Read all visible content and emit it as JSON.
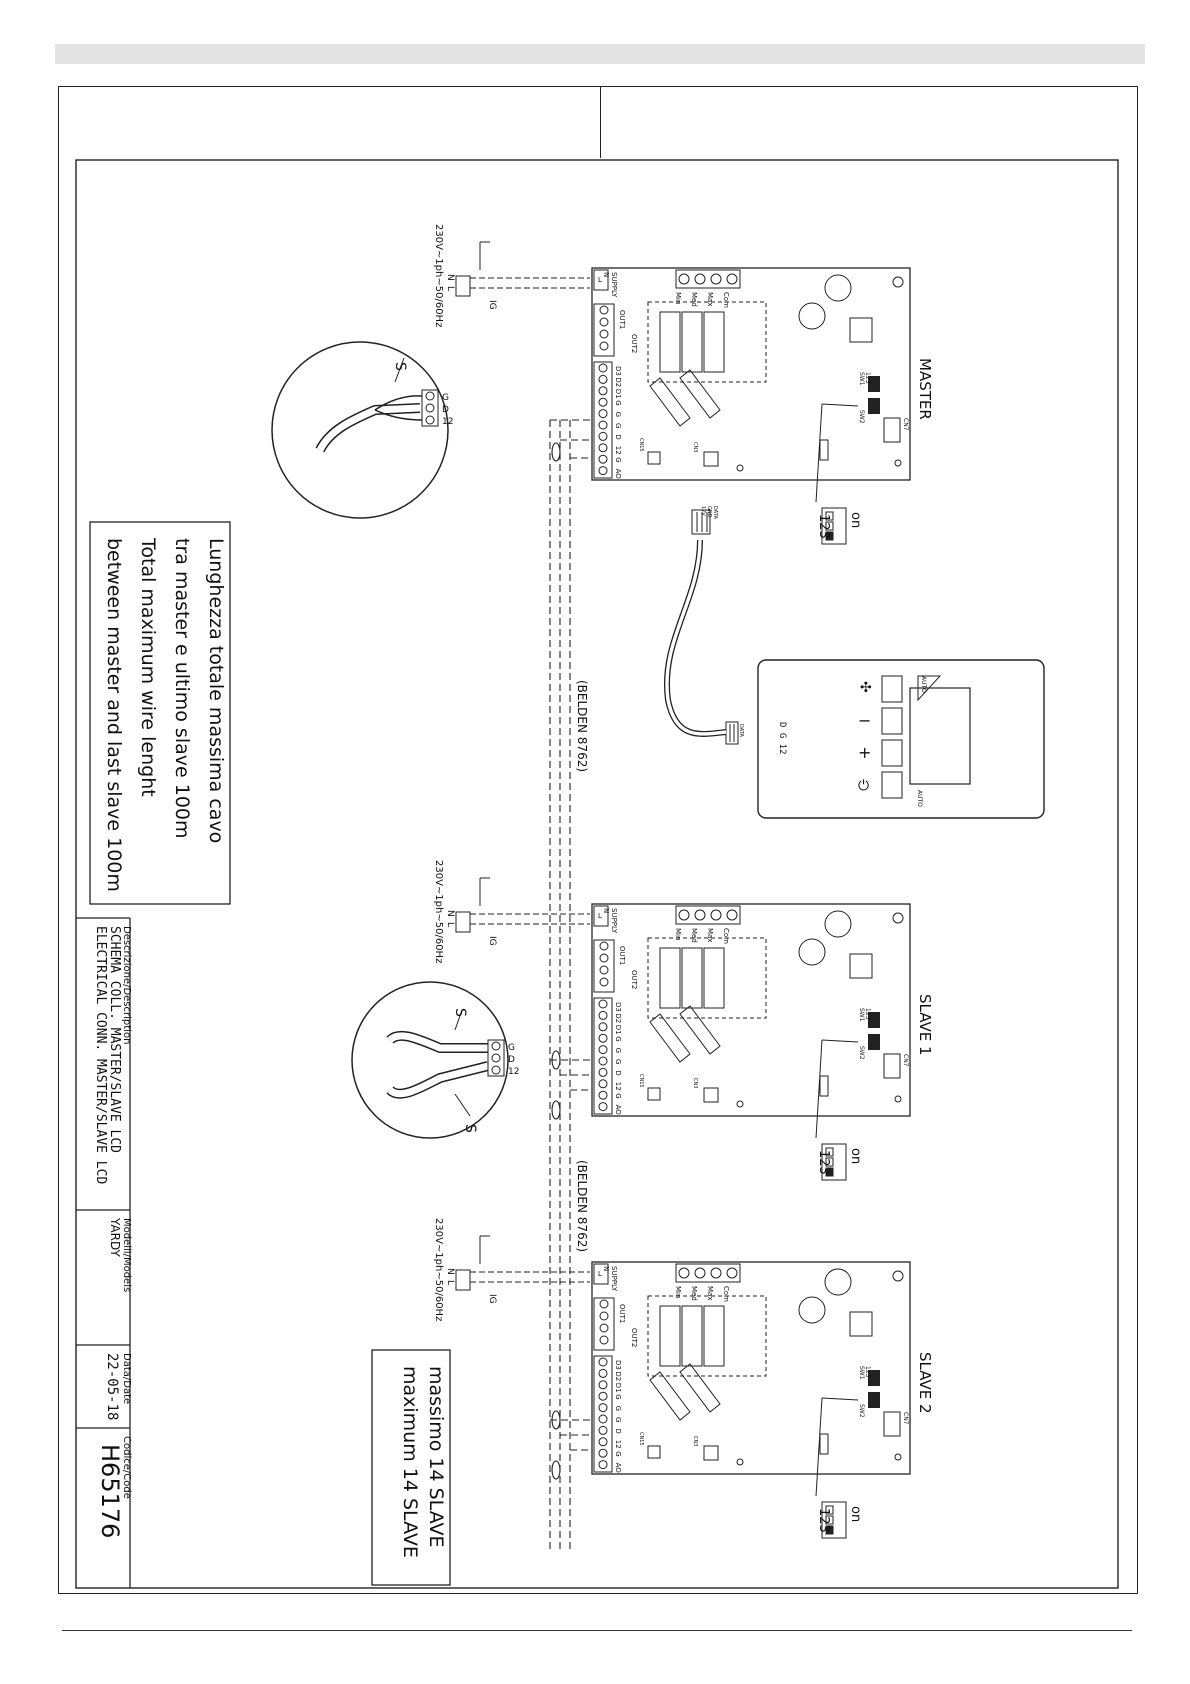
{
  "boards": {
    "master": {
      "title": "MASTER"
    },
    "slave1": {
      "title": "SLAVE 1"
    },
    "slave2": {
      "title": "SLAVE 2"
    }
  },
  "terminals": {
    "supply": "SUPPLY",
    "out1": "OUT1",
    "out2": "OUT2",
    "fan": [
      "Min",
      "Med",
      "Max",
      "Com"
    ],
    "bus": [
      "D3",
      "D2",
      "D1",
      "G",
      "G",
      "G",
      "D",
      "12",
      "G",
      "AO"
    ],
    "nl": [
      "N",
      "L"
    ],
    "sw1": "SW1",
    "sw2": "SW2",
    "sw_digits": "123",
    "cn": [
      "CN15",
      "CN13",
      "CN3",
      "CN7"
    ]
  },
  "power": {
    "label": "230V~1ph~50/60Hz",
    "ground": "⏚",
    "n": "N",
    "l": "L",
    "breaker": "IG"
  },
  "dip": {
    "on": "on",
    "digits": "123"
  },
  "cable": {
    "belden": "(BELDEN 8762)"
  },
  "detail": {
    "shield": "S",
    "pins": [
      "G",
      "D",
      "12"
    ]
  },
  "panel": {
    "auto_top": "AUTO",
    "auto_side": "AUTO",
    "minus": "−",
    "plus": "+",
    "pins": "D G 12",
    "conn": [
      "DATA",
      "GND",
      "12V"
    ]
  },
  "notes": {
    "it_line1": "Lunghezza totale massima cavo",
    "it_line2": "tra master e ultimo slave 100m",
    "en_line1": "Total maximum wire lenght",
    "en_line2": "between master and last slave 100m",
    "max_it": "massimo 14 SLAVE",
    "max_en": "maximum 14 SLAVE"
  },
  "titleblock": {
    "desc_label": "Descrizione/Description",
    "desc_it": "SCHEMA COLL. MASTER/SLAVE LCD",
    "desc_en": "ELECTRICAL CONN. MASTER/SLAVE LCD",
    "models_label": "Modelli/Models",
    "models_value": "YARDY",
    "date_label": "Data/Date",
    "date_value": "22-05-18",
    "code_label": "Codice/Code",
    "code_value": "H65176"
  }
}
